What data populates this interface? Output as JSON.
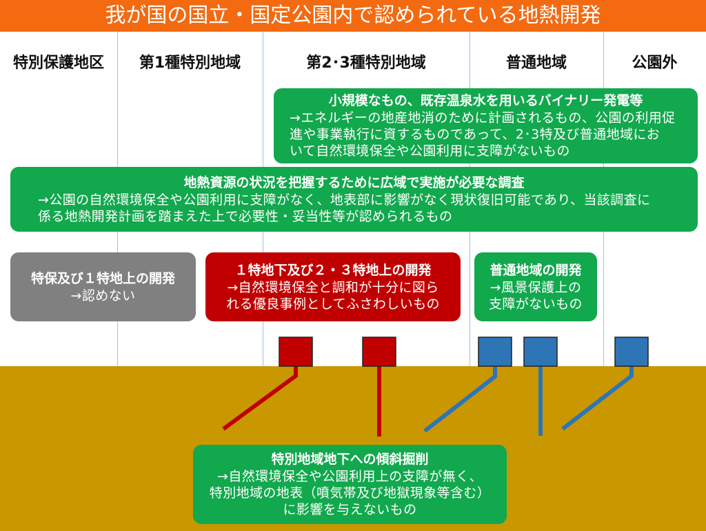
{
  "title": "我が国の国立・国定公園内で認められている地熱開発",
  "zones": [
    {
      "label": "特別保護地区"
    },
    {
      "label": "第1種特別地域"
    },
    {
      "label": "第2･3種特別地域"
    },
    {
      "label": "普通地域"
    },
    {
      "label": "公園外"
    }
  ],
  "boxes": {
    "small_binary": {
      "title": "小規模なもの、既存温泉水を用いるバイナリー発電等",
      "lines": [
        "→エネルギーの地産地消のために計画されるもの、公園の利用促",
        "進や事業執行に資するものであって、2･3特及び普通地域にお",
        "いて自然環境保全や公園利用に支障がないもの"
      ]
    },
    "wide_area_survey": {
      "title": "地熱資源の状況を把握するために広域で実施が必要な調査",
      "lines": [
        "→公園の自然環境保全や公園利用に支障がなく、地表部に影響がなく現状復旧可能であり、当該調査に",
        "係る地熱開発計画を踏まえた上で必要性・妥当性等が認められるもの"
      ]
    },
    "special_surface": {
      "title": "特保及び１特地上の開発",
      "lines": [
        "→認めない"
      ]
    },
    "class1_underground": {
      "title": "１特地下及び２・３特地上の開発",
      "lines": [
        "→自然環境保全と調和が十分に図ら",
        "れる優良事例としてふさわしいもの"
      ]
    },
    "ordinary_zone": {
      "title": "普通地域の開発",
      "lines": [
        "→風景保護上の",
        "支障がないもの"
      ]
    },
    "directional_drilling": {
      "title": "特別地域地下への傾斜掘削",
      "lines": [
        "→自然環境保全や公園利用上の支障が無く、",
        "特別地域の地表（噴気帯及び地獄現象等含む）",
        "に影響を与えないもの"
      ]
    }
  },
  "colors": {
    "title_bar": "#F36A10",
    "allowed_green": "#12A84D",
    "not_allowed_gray": "#808080",
    "conditional_red": "#C00000",
    "well_blue": "#2E75B6",
    "ground": "#C99700"
  }
}
